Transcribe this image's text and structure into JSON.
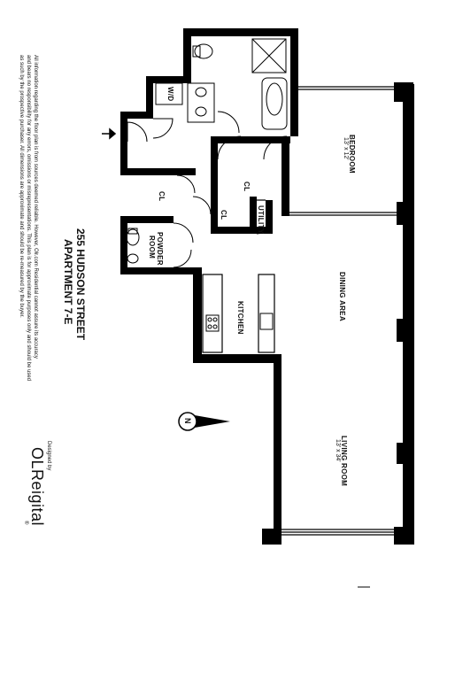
{
  "building": {
    "address": "255 HUDSON STREET",
    "unit": "APARTMENT 7-E"
  },
  "rooms": {
    "bedroom": {
      "name": "BEDROOM",
      "size": "13' x 12'"
    },
    "dining": {
      "name": "DINING AREA"
    },
    "living": {
      "name": "LIVING ROOM",
      "size": "13' x 34'"
    },
    "kitchen": {
      "name": "KITCHEN"
    },
    "powder": {
      "name_line1": "POWDER",
      "name_line2": "ROOM"
    },
    "utility": {
      "name": "UTILITY"
    },
    "washer_dryer": {
      "name": "W/D"
    },
    "closet_label": "CL"
  },
  "disclaimer": {
    "lines": [
      "All information regarding the floor plan is from sources deemed reliable. However, Olr.com Residential cannot assure its accuracy",
      "and bears no responsibility for any errors, omissions or misrepresentations. This plan is for approximate purposes only and should be used",
      "as such by the prospective purchaser. All dimensions are approximate and should be re-measured by the buyer."
    ]
  },
  "compass": {
    "letter": "N"
  },
  "branding": {
    "designed_by": "Designed by",
    "logo_text": "OLReigital",
    "trademark": "®"
  }
}
